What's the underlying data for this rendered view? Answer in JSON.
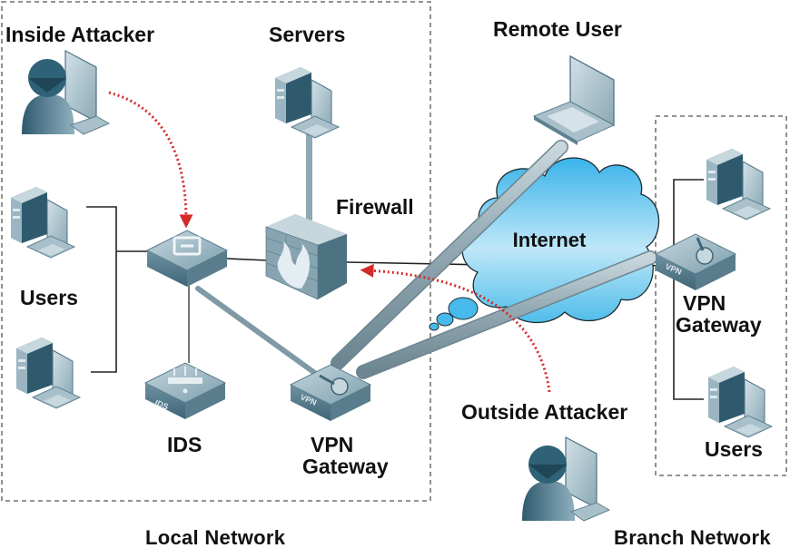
{
  "title": "Network security diagram: local network, internet, branch network",
  "colors": {
    "device_dark": "#2f5a6e",
    "device_mid": "#6f95a6",
    "device_light": "#b9cfd8",
    "tunnel": "#8fa6b1",
    "cloud_top": "#3ab3ea",
    "cloud_bottom": "#eaf7fd",
    "attack_path": "#cc2222",
    "boundary": "#555555"
  },
  "regions": {
    "local": {
      "label": "Local Network"
    },
    "branch": {
      "label": "Branch Network"
    }
  },
  "nodes": {
    "inside_attacker": {
      "label": "Inside Attacker",
      "icon": "attacker-workstation-icon"
    },
    "servers": {
      "label": "Servers",
      "icon": "server-icon"
    },
    "firewall": {
      "label": "Firewall",
      "icon": "firewall-icon"
    },
    "local_users": {
      "label": "Users",
      "icon": "desktop-computer-icon"
    },
    "switch": {
      "label": "",
      "icon": "switch-icon"
    },
    "ids": {
      "label": "IDS",
      "icon": "ids-icon",
      "badge": "IDS"
    },
    "local_vpn": {
      "label_line1": "VPN",
      "label_line2": "Gateway",
      "icon": "vpn-gateway-icon",
      "badge": "VPN"
    },
    "remote_user": {
      "label": "Remote User",
      "icon": "laptop-icon"
    },
    "internet": {
      "label": "Internet",
      "icon": "cloud-icon"
    },
    "outside_attacker": {
      "label": "Outside Attacker",
      "icon": "attacker-workstation-icon"
    },
    "branch_vpn": {
      "label_line1": "VPN",
      "label_line2": "Gateway",
      "icon": "vpn-gateway-icon",
      "badge": "VPN"
    },
    "branch_users": {
      "label": "Users",
      "icon": "desktop-computer-icon"
    }
  },
  "connections": [
    {
      "from": "servers",
      "to": "firewall",
      "kind": "link"
    },
    {
      "from": "local_users",
      "to": "switch",
      "kind": "wire"
    },
    {
      "from": "switch",
      "to": "firewall",
      "kind": "wire"
    },
    {
      "from": "switch",
      "to": "ids",
      "kind": "wire"
    },
    {
      "from": "switch",
      "to": "local_vpn",
      "kind": "link"
    },
    {
      "from": "firewall",
      "to": "internet",
      "kind": "wire"
    },
    {
      "from": "local_vpn",
      "to": "remote_user",
      "kind": "vpn-tunnel"
    },
    {
      "from": "local_vpn",
      "to": "branch_vpn",
      "kind": "vpn-tunnel"
    },
    {
      "from": "internet",
      "to": "branch_vpn",
      "kind": "wire"
    },
    {
      "from": "branch_vpn",
      "to": "branch_users",
      "kind": "wire"
    }
  ],
  "attacks": [
    {
      "from": "inside_attacker",
      "to": "switch",
      "style": "dotted-red-arrow"
    },
    {
      "from": "outside_attacker",
      "to": "firewall",
      "style": "dotted-red-arrow",
      "via": "internet"
    }
  ]
}
